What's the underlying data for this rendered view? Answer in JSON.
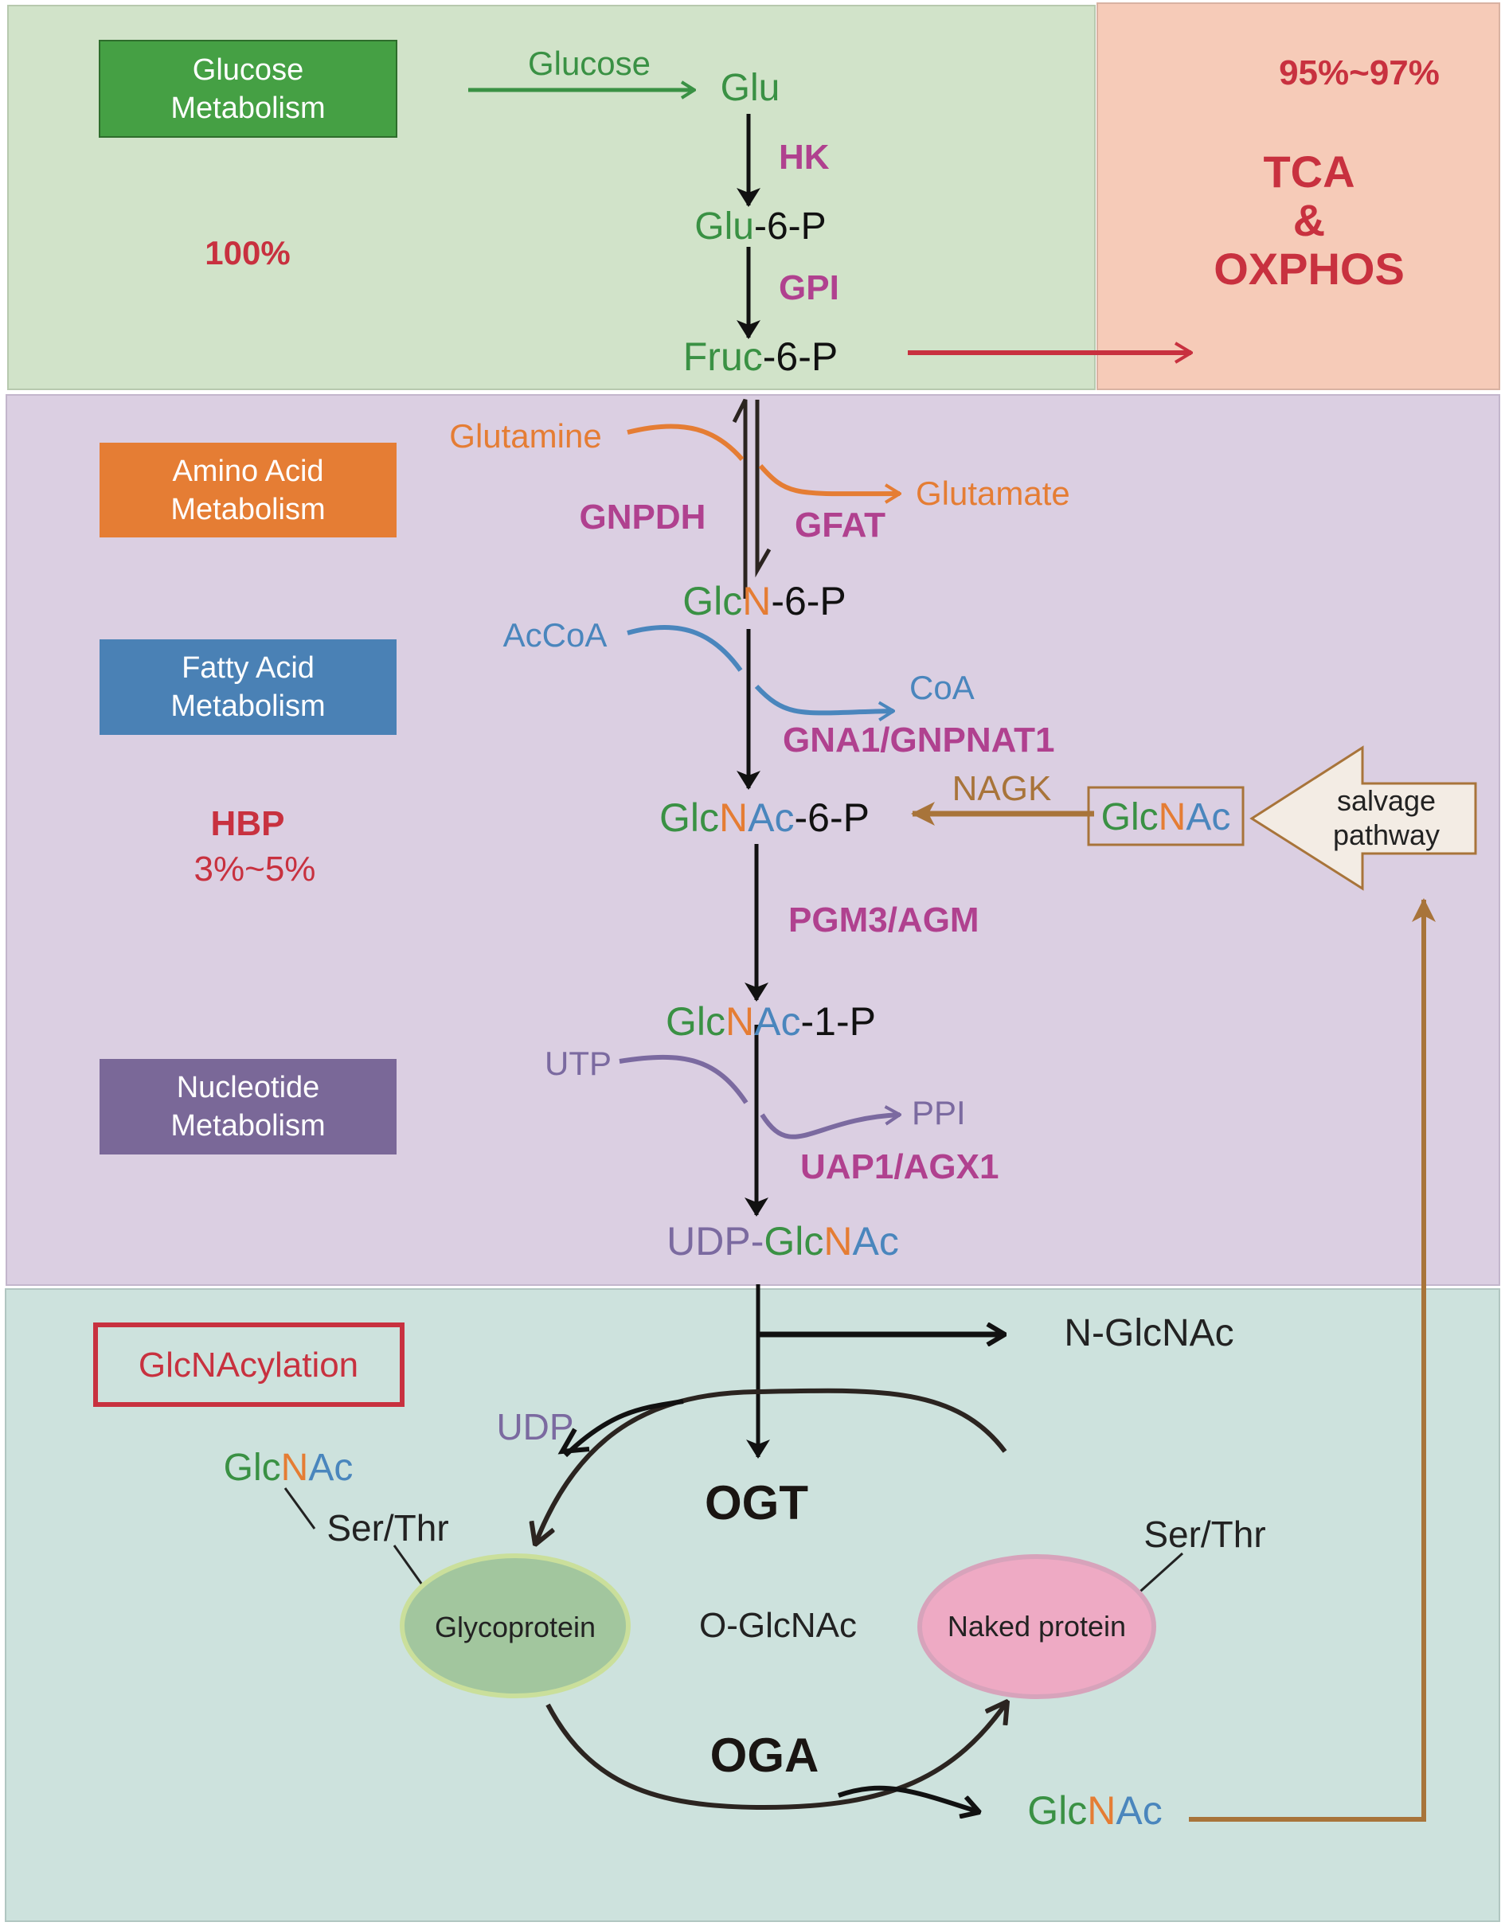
{
  "sections": {
    "glucose": {
      "label_line1": "Glucose",
      "label_line2": "Metabolism",
      "percent": "100%",
      "bg": "#d1e3c9",
      "box_color": "#45a044"
    },
    "tca": {
      "percent": "95%~97%",
      "line1": "TCA",
      "line2": "&",
      "line3": "OXPHOS",
      "bg": "#f6cbb8"
    },
    "hbp": {
      "title": "HBP",
      "percent": "3%~5%",
      "bg": "#dbcfe2"
    },
    "amino": {
      "label_line1": "Amino Acid",
      "label_line2": "Metabolism",
      "box_color": "#e57d34"
    },
    "fatty": {
      "label_line1": "Fatty Acid",
      "label_line2": "Metabolism",
      "box_color": "#4a81b5"
    },
    "nucleotide": {
      "label_line1": "Nucleotide",
      "label_line2": "Metabolism",
      "box_color": "#7a6898"
    },
    "glcnacylation": {
      "label": "GlcNAcylation",
      "bg": "#cde2dd"
    }
  },
  "metabolites": {
    "glucose_in": "Glucose",
    "glu": "Glu",
    "glu6p": {
      "a": "Glu",
      "b": "-6-P"
    },
    "fruc6p": {
      "a": "Fruc",
      "b": "-6-P"
    },
    "glutamine": "Glutamine",
    "glutamate": "Glutamate",
    "glcn6p": {
      "a": "Glc",
      "b": "N",
      "c": "-6-P"
    },
    "accoa": "AcCoA",
    "coa": "CoA",
    "glcnac6p": {
      "a": "Glc",
      "b": "N",
      "c": "Ac",
      "d": "-6-P"
    },
    "glcnac_salvage": {
      "a": "Glc",
      "b": "N",
      "c": "Ac"
    },
    "glcnac1p": {
      "a": "Glc",
      "b": "N",
      "c": "Ac",
      "d": "-1-P"
    },
    "utp": "UTP",
    "ppi": "PPI",
    "udpglcnac": {
      "a": "UDP-",
      "b": "Glc",
      "c": "N",
      "d": "Ac"
    },
    "n_glcnac": "N-GlcNAc",
    "udp": "UDP",
    "glcnac_left": {
      "a": "Glc",
      "b": "N",
      "c": "Ac"
    },
    "ser_thr_left": "Ser/Thr",
    "ser_thr_right": "Ser/Thr",
    "glycoprotein": "Glycoprotein",
    "o_glcnac": "O-GlcNAc",
    "naked_protein": "Naked protein",
    "glcnac_bottom": {
      "a": "Glc",
      "b": "N",
      "c": "Ac"
    }
  },
  "enzymes": {
    "hk": "HK",
    "gpi": "GPI",
    "gnpdh": "GNPDH",
    "gfat": "GFAT",
    "gna1": "GNA1/GNPNAT1",
    "nagk": "NAGK",
    "pgm3": "PGM3/AGM",
    "uap1": "UAP1/AGX1",
    "ogt": "OGT",
    "oga": "OGA"
  },
  "salvage": {
    "line1": "salvage",
    "line2": "pathway"
  },
  "colors": {
    "green": "#3a9144",
    "orange": "#e57d34",
    "blue": "#4a86bd",
    "purple": "#7b6aa0",
    "magenta": "#b0418f",
    "red": "#c8313f",
    "brown": "#a8743a",
    "black": "#111111"
  }
}
